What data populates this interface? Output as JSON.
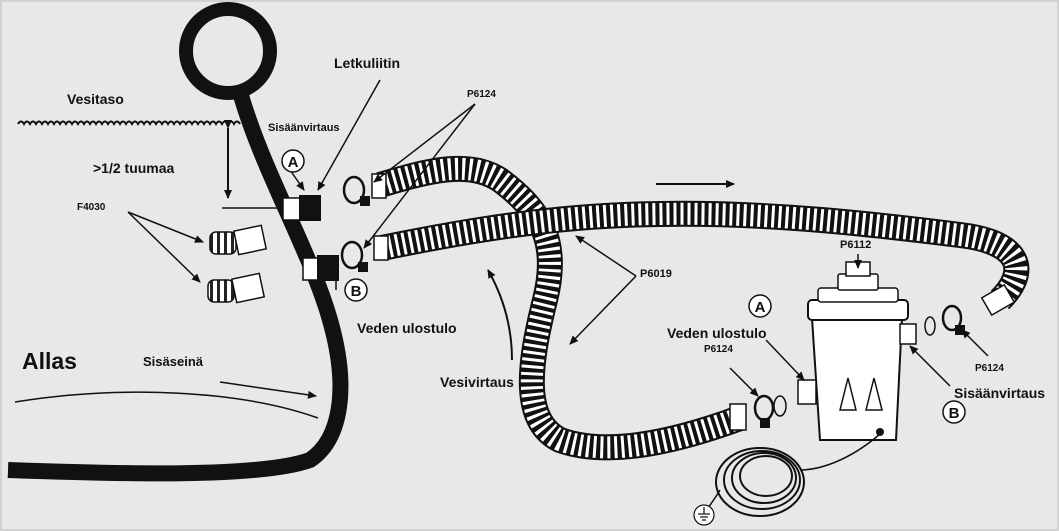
{
  "labels": {
    "letkuliitin": "Letkuliitin",
    "vesitaso": "Vesitaso",
    "sisaanvirtaus_small": "Sisäänvirtaus",
    "p6124_top": "P6124",
    "tuumaa": ">1/2 tuumaa",
    "f4030": "F4030",
    "veden_ulostulo_left": "Veden ulostulo",
    "allas": "Allas",
    "sisasein": "Sisäseinä",
    "vesivirtaus": "Vesivirtaus",
    "p6019": "P6019",
    "p6112": "P6112",
    "veden_ulostulo_right": "Veden ulostulo",
    "p6124_left_pump": "P6124",
    "p6124_right_pump": "P6124",
    "sisaanvirtaus_right": "Sisäänvirtaus"
  },
  "markers": {
    "a": "A",
    "b": "B"
  },
  "icons": [
    "ground-icon"
  ]
}
